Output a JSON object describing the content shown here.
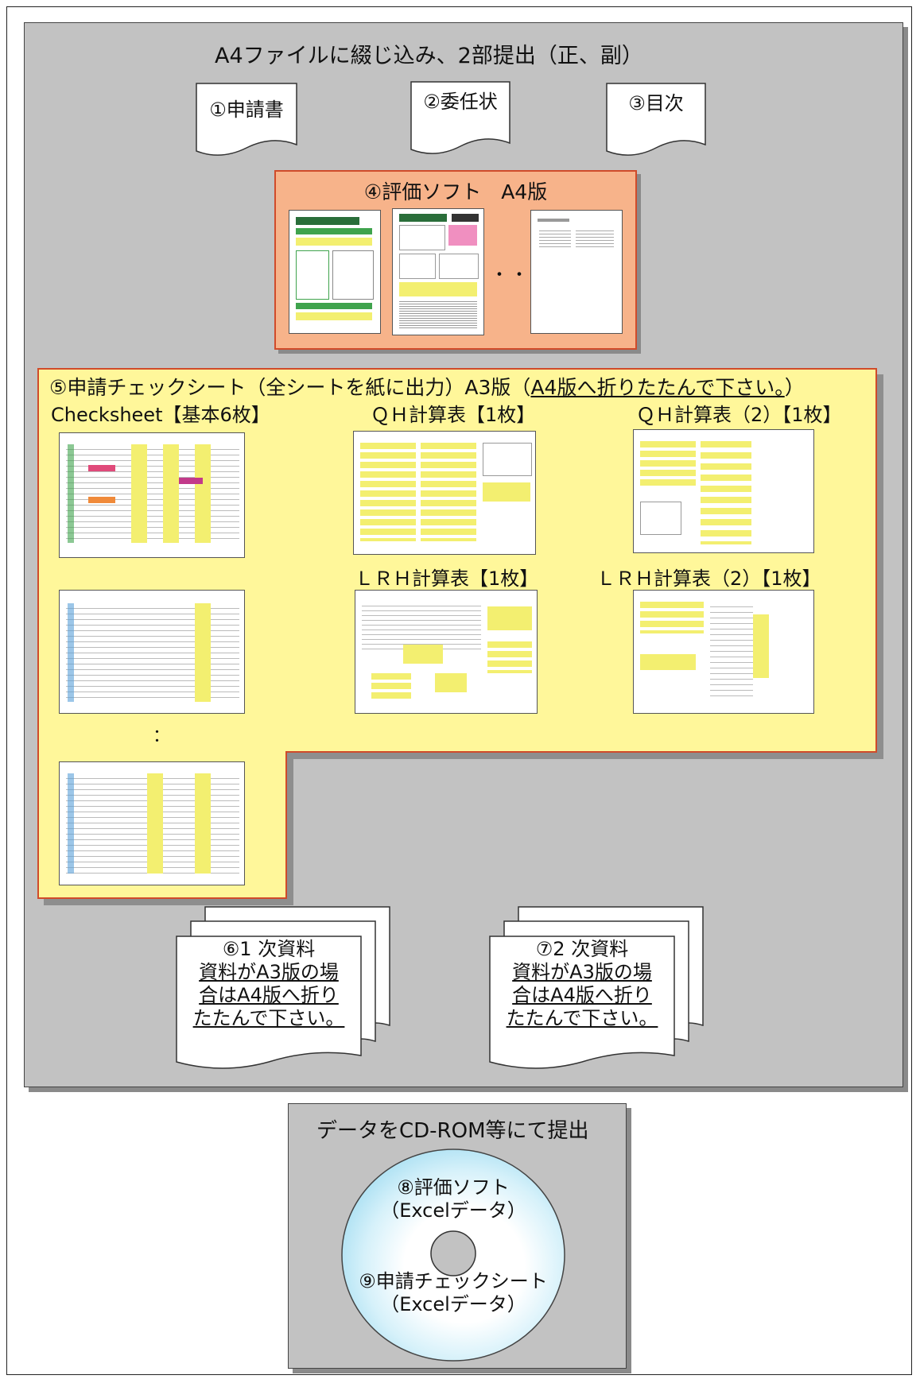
{
  "main": {
    "title": "A4ファイルに綴じ込み、2部提出（正、副）",
    "documents": [
      {
        "label": "①申請書"
      },
      {
        "label": "②委任状"
      },
      {
        "label": "③目次"
      }
    ],
    "software": {
      "title": "④評価ソフト　A4版",
      "ellipsis": "・・・"
    },
    "checksheet": {
      "title": "⑤申請チェックシート（全シートを紙に出力）A3版（",
      "title_underlined": "A4版へ折りたたんで下さい。",
      "title_end": "）",
      "checksheet_label": "Checksheet【基本6枚】",
      "qh_label": "ＱＨ計算表【1枚】",
      "qh2_label": "ＱＨ計算表（2）【1枚】",
      "lrh_label": "ＬＲＨ計算表【1枚】",
      "lrh2_label": "ＬＲＨ計算表（2）【1枚】",
      "dots": "："
    },
    "materials": [
      {
        "line1": "⑥1 次資料",
        "line2": "資料がA3版の場",
        "line3": "合はA4版へ折り",
        "line4": "たたんで下さい。"
      },
      {
        "line1": "⑦2 次資料",
        "line2": "資料がA3版の場",
        "line3": "合はA4版へ折り",
        "line4": "たたんで下さい。"
      }
    ]
  },
  "cd": {
    "title": "データをCD-ROM等にて提出",
    "item1": "⑧評価ソフト",
    "item1_sub": "（Excelデータ）",
    "item2": "⑨申請チェックシート",
    "item2_sub": "（Excelデータ）"
  },
  "colors": {
    "panel_gray": "#c2c2c2",
    "orange_fill": "#f7b38a",
    "orange_border": "#d04b2a",
    "yellow_fill": "#fff79a",
    "yellow_border": "#d04b2a",
    "cd_tint": "#a8dff2"
  }
}
